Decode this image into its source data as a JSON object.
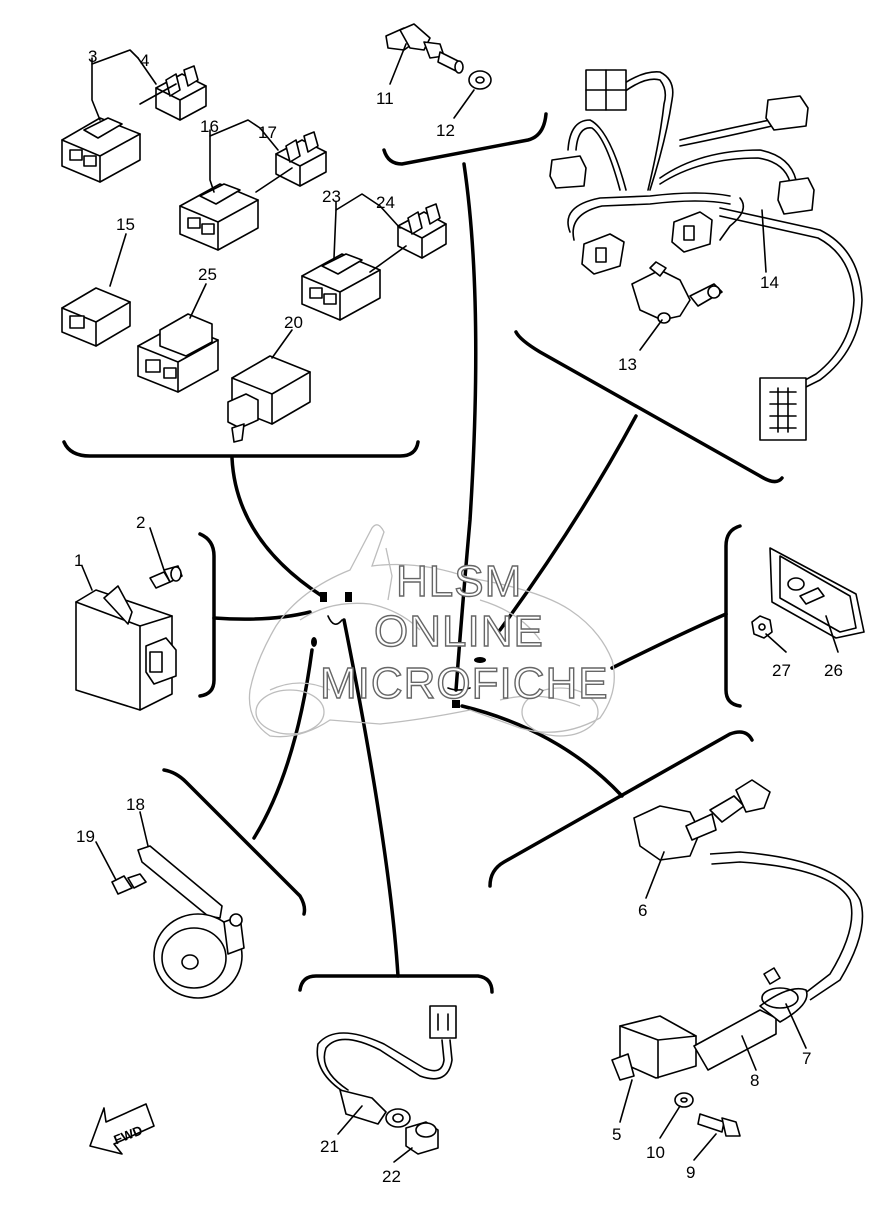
{
  "watermark": {
    "line1": "HLSM",
    "line2": "ONLINE",
    "line3": "MICROFICHE"
  },
  "direction_arrow": "FWD",
  "callouts": {
    "p1": "1",
    "p2": "2",
    "p3": "3",
    "p4": "4",
    "p5": "5",
    "p6": "6",
    "p7": "7",
    "p8": "8",
    "p9": "9",
    "p10": "10",
    "p11": "11",
    "p12": "12",
    "p13": "13",
    "p14": "14",
    "p15": "15",
    "p16": "16",
    "p17": "17",
    "p18": "18",
    "p19": "19",
    "p20": "20",
    "p21": "21",
    "p22": "22",
    "p23": "23",
    "p24": "24",
    "p25": "25",
    "p26": "26",
    "p27": "27"
  },
  "icons": [
    "connector-icon",
    "switch-icon",
    "wire-harness-icon",
    "sensor-icon",
    "relay-icon",
    "horn-icon",
    "ignition-coil-icon",
    "license-light-icon",
    "bolt-icon",
    "nut-icon",
    "motorcycle-outline-icon"
  ]
}
